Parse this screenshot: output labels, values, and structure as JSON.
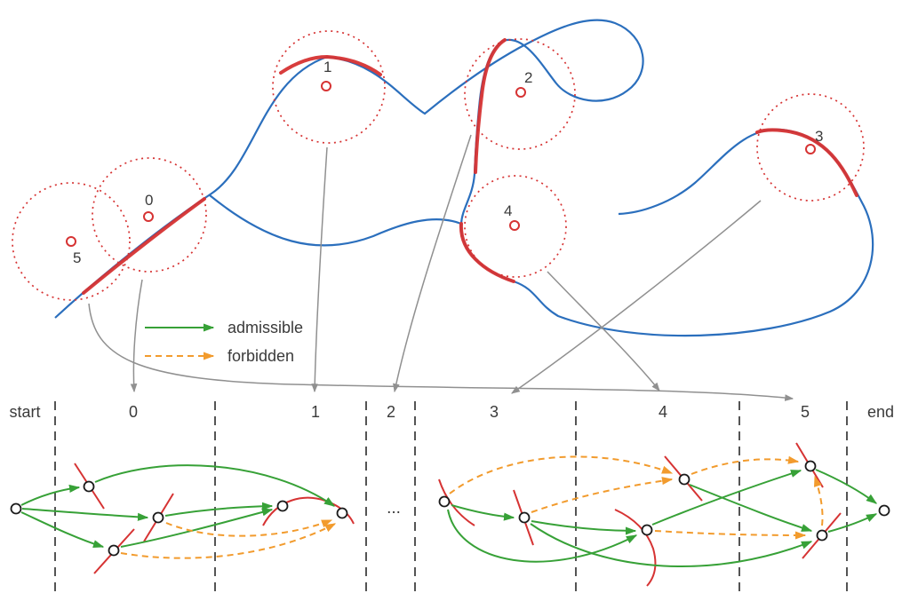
{
  "figure": {
    "legend": {
      "admissible_label": "admissible",
      "forbidden_label": "forbidden"
    },
    "regions": {
      "labels": [
        "0",
        "1",
        "2",
        "3",
        "4",
        "5"
      ]
    },
    "timeline": {
      "columns": [
        "start",
        "0",
        "1",
        "2",
        "3",
        "4",
        "5",
        "end"
      ],
      "ellipsis": "..."
    },
    "colors": {
      "path": "#2b6fbd",
      "region": "#d63333",
      "admissible": "#37a137",
      "forbidden": "#f29b2d",
      "mapping": "#909090",
      "text": "#3a3a3a",
      "node": "#1a1a1a"
    }
  }
}
